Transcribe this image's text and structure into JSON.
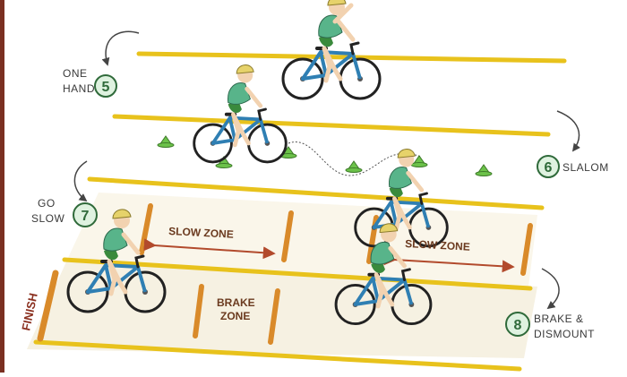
{
  "stations": [
    {
      "number": "5",
      "label_lines": [
        "ONE",
        "HAND"
      ]
    },
    {
      "number": "6",
      "label_lines": [
        "SLALOM"
      ]
    },
    {
      "number": "7",
      "label_lines": [
        "GO",
        "SLOW"
      ]
    },
    {
      "number": "8",
      "label_lines": [
        "BRAKE &",
        "DISMOUNT"
      ]
    }
  ],
  "zones": {
    "slow_zone_1": "SLOW ZONE",
    "slow_zone_2": "SLOW ZONE",
    "brake_zone_lines": [
      "BRAKE",
      "ZONE"
    ],
    "finish": "FINISH"
  },
  "colors": {
    "lane_line": "#e8c21c",
    "zone_post": "#d98a2a",
    "arrow": "#b24a2c",
    "badge_fill": "#dff2e0",
    "badge_text": "#2f6a3a",
    "border": "#7a2f21",
    "cone": "#6cc24a",
    "bike_frame": "#2f7fb3",
    "shirt": "#58b48a",
    "shorts": "#3a8a3c",
    "helmet": "#e6d26a"
  },
  "icons": [
    "cyclist",
    "bicycle",
    "cone",
    "curved-arrow"
  ]
}
